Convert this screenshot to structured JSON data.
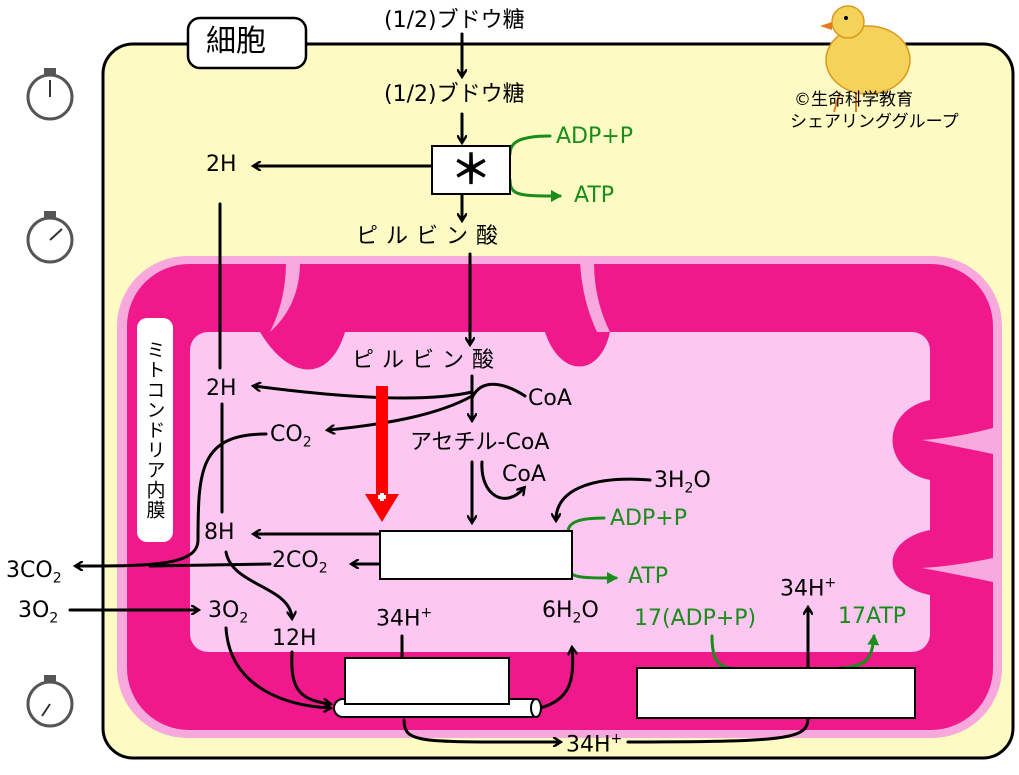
{
  "title": "細胞",
  "copyright": "©生命科学教育",
  "group": "シェアリンググループ",
  "membrane_label": "ミトコンドリア内膜",
  "glucose_outside": "(1/2)ブドウ糖",
  "glucose_inside": "(1/2)ブドウ糖",
  "glycolysis_symbol": "＊",
  "adp_glycolysis": "ADP+P",
  "atp_glycolysis": "ATP",
  "h_glycolysis": "2H",
  "pyruvate_cytosol": "ピルビン酸",
  "pyruvate_matrix": "ピルビン酸",
  "coa_in": "CoA",
  "h_pyruvate": "2H",
  "co2_pyruvate": "CO",
  "co2_pyruvate_sub": "2",
  "acetyl_coa": "アセチル-CoA",
  "coa_out": "CoA",
  "water_in": "3H",
  "water_in_sub": "2",
  "water_in_tail": "O",
  "adp_citric": "ADP+P",
  "atp_citric": "ATP",
  "h_citric": "8H",
  "co2_citric": "2CO",
  "co2_citric_sub": "2",
  "co2_total": "3CO",
  "co2_total_sub": "2",
  "o2_outside": "3O",
  "o2_outside_sub": "2",
  "o2_inside": "3O",
  "o2_inside_sub": "2",
  "h_total": "12H",
  "proton_pumped": "34H",
  "proton_sup": "+",
  "water_out": "6H",
  "water_out_sub": "2",
  "water_out_tail": "O",
  "adp_synthase": "17(ADP+P)",
  "atp_synthase": "17ATP",
  "proton_top": "34H",
  "proton_top_sup": "+",
  "proton_bottom": "34H",
  "proton_bottom_sup": "+",
  "colors": {
    "cytoplasm": "#fdfbc3",
    "membrane": "#f0198c",
    "outer_pink": "#f7a8dc",
    "matrix": "#fcc8f2",
    "green": "#1a8c1a",
    "red_arrow": "#ff0000"
  },
  "icons": [
    "stopwatch-icon",
    "stopwatch-icon",
    "stopwatch-icon",
    "chick-icon",
    "plus-icon"
  ]
}
